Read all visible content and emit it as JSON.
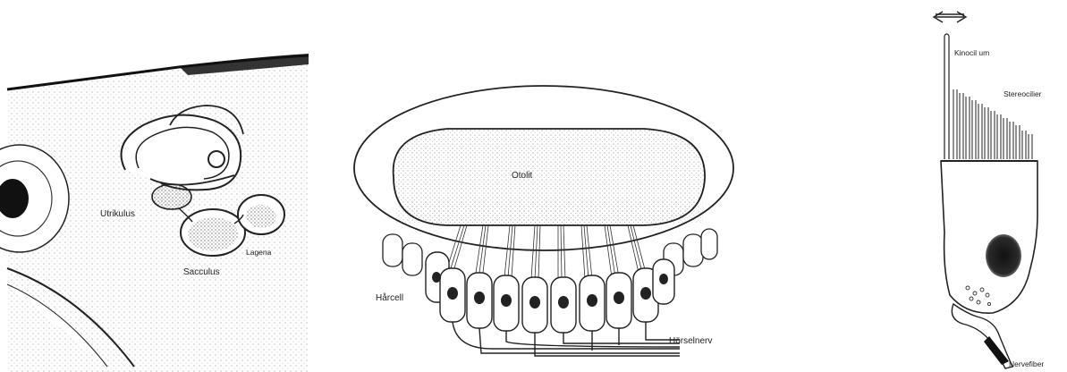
{
  "panel_fish": {
    "labels": {
      "utrikulus": "Utrikulus",
      "lagena": "Lagena",
      "sacculus": "Sacculus"
    }
  },
  "panel_otolith": {
    "labels": {
      "otolit": "Otolit",
      "harcell": "Hårcell",
      "horselnerv": "Hörselnerv"
    }
  },
  "panel_haircell": {
    "labels": {
      "kinocilium": "Kinocil um",
      "stereocilier": "Stereocilier",
      "nervefiber": "Nervefiber"
    },
    "arrow_icon": "double-headed-arrow-icon"
  }
}
